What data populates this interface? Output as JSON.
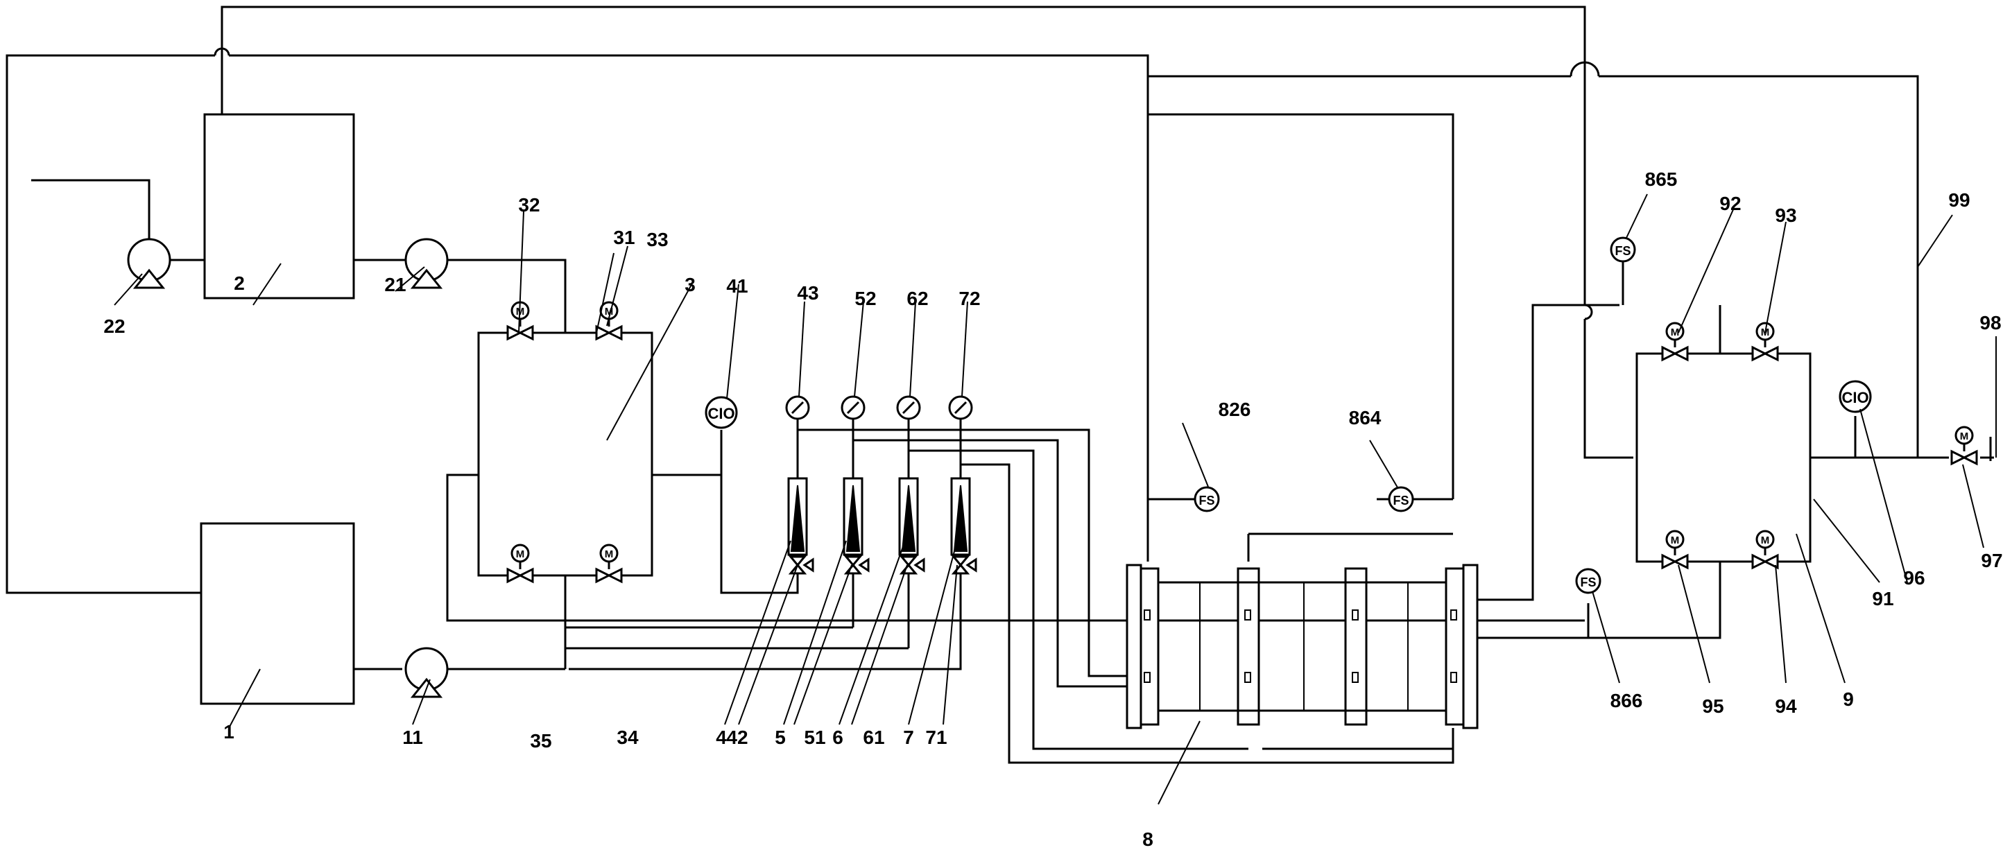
{
  "diagram": {
    "labels": {
      "l1": "1",
      "l2": "2",
      "l3": "3",
      "l4": "4",
      "l5": "5",
      "l6": "6",
      "l7": "7",
      "l8": "8",
      "l9": "9",
      "l11": "11",
      "l21": "21",
      "l22": "22",
      "l31": "31",
      "l32": "32",
      "l33": "33",
      "l34": "34",
      "l35": "35",
      "l41": "41",
      "l42": "42",
      "l43": "43",
      "l51": "51",
      "l52": "52",
      "l61": "61",
      "l62": "62",
      "l71": "71",
      "l72": "72",
      "l91": "91",
      "l92": "92",
      "l93": "93",
      "l94": "94",
      "l95": "95",
      "l96": "96",
      "l97": "97",
      "l98": "98",
      "l99": "99",
      "l826": "826",
      "l864": "864",
      "l865": "865",
      "l866": "866"
    },
    "instrument_text": {
      "conductivity": "CIO",
      "flow_switch": "FS",
      "valve_actuator": "M"
    }
  }
}
